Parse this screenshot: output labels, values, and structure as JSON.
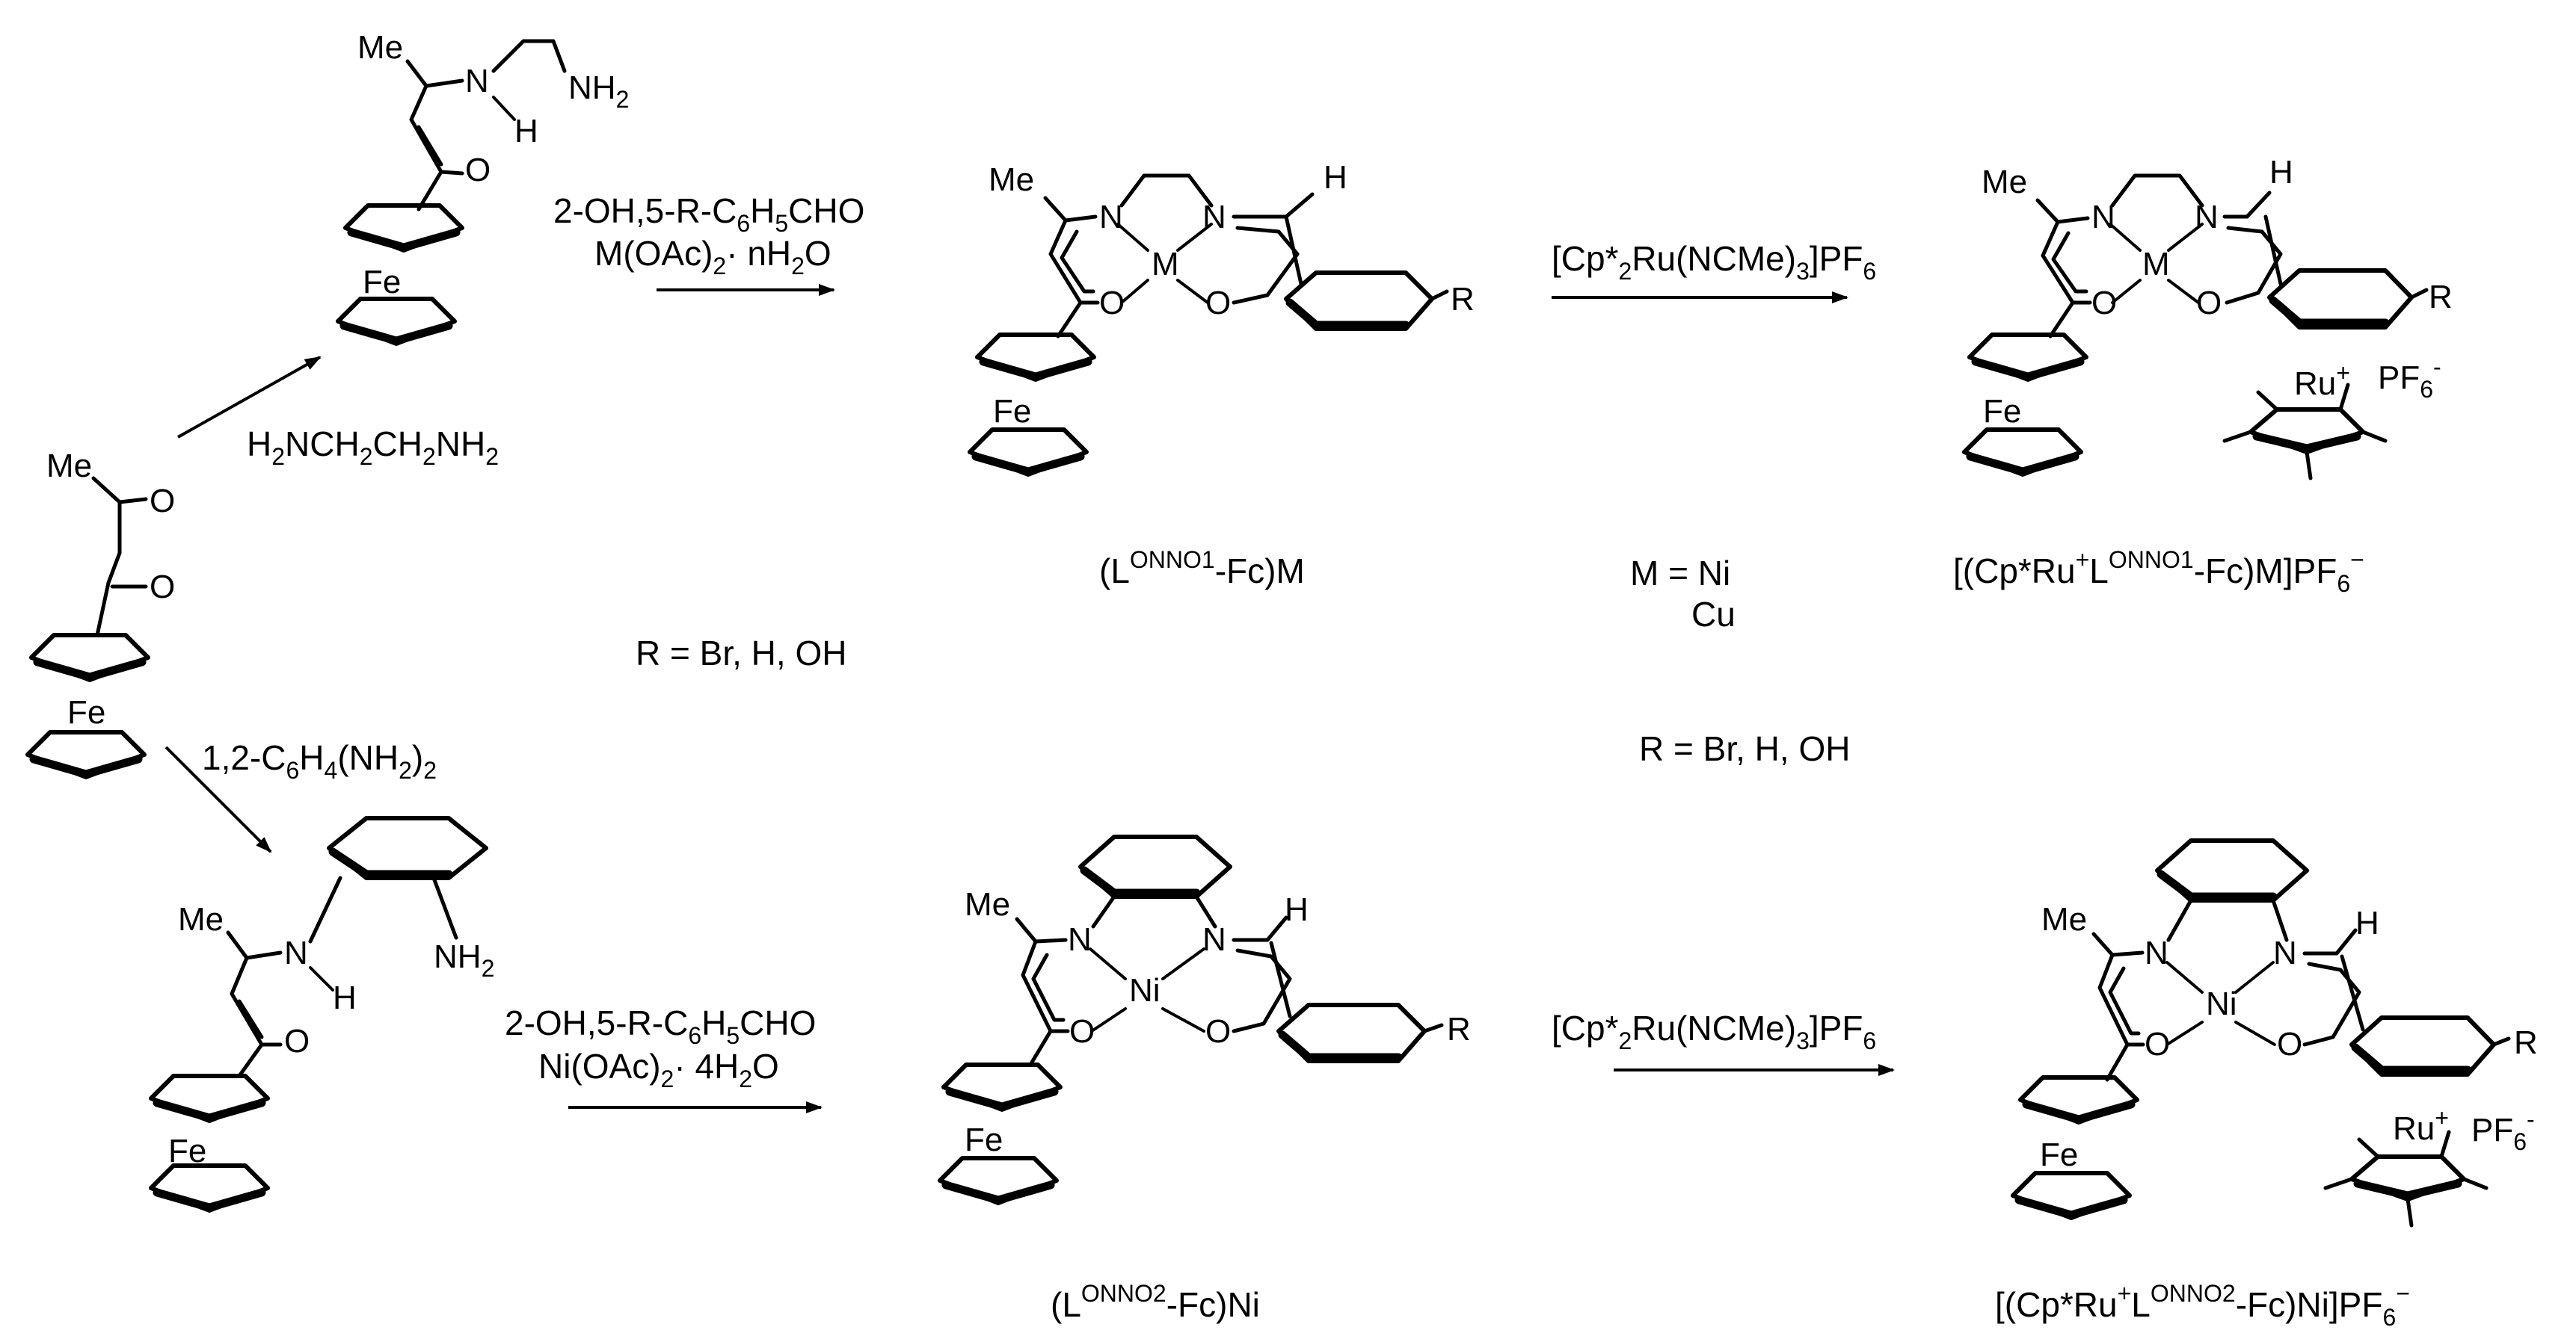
{
  "atoms": {
    "me": "Me",
    "n": "N",
    "h": "H",
    "o": "O",
    "fe": "Fe",
    "m": "M",
    "ni": "Ni",
    "r": "R",
    "nh2": "NH",
    "two": "2",
    "ru": "Ru",
    "plus": "+",
    "pf": "PF",
    "six": "6",
    "minus": "-"
  },
  "conditions": {
    "ethylenediamine": {
      "a": "H",
      "b": "2",
      "c": "NCH",
      "d": "2",
      "e": "CH",
      "f": "2",
      "g": "NH",
      "h": "2"
    },
    "phenylenediamine": {
      "a": "1,2-C",
      "b": "6",
      "c": "H",
      "d": "4",
      "e": "(NH",
      "f": "2",
      "g": ")",
      "h": "2"
    },
    "aldehyde": {
      "a": "2-OH,5-R-C",
      "b": "6",
      "c": "H",
      "d": "5",
      "e": "CHO"
    },
    "metal_acetate": {
      "a": "M(OAc)",
      "b": "2",
      "c": "· nH",
      "d": "2",
      "e": "O"
    },
    "nickel_acetate": {
      "a": "Ni(OAc)",
      "b": "2",
      "c": "· 4H",
      "d": "2",
      "e": "O"
    },
    "ru_reagent": {
      "a": "[Cp*",
      "b": "2",
      "c": "Ru(NCMe)",
      "d": "3",
      "e": "]PF",
      "f": "6"
    }
  },
  "labels": {
    "complex1": {
      "a": "(L",
      "b": "ONNO1",
      "c": "-Fc)M"
    },
    "complex2": {
      "a": "(L",
      "b": "ONNO2",
      "c": "-Fc)Ni"
    },
    "ru_complex1": {
      "a": "[(Cp*Ru",
      "b": "+",
      "c": "L",
      "d": "ONNO1",
      "e": "-Fc)M]PF",
      "f": "6",
      "g": "−"
    },
    "ru_complex2": {
      "a": "[(Cp*Ru",
      "b": "+",
      "c": "L",
      "d": "ONNO2",
      "e": "-Fc)Ni]PF",
      "f": "6",
      "g": "−"
    },
    "r_groups": "R = Br, H, OH",
    "metal_line1": "M = Ni",
    "metal_line2": "Cu"
  }
}
